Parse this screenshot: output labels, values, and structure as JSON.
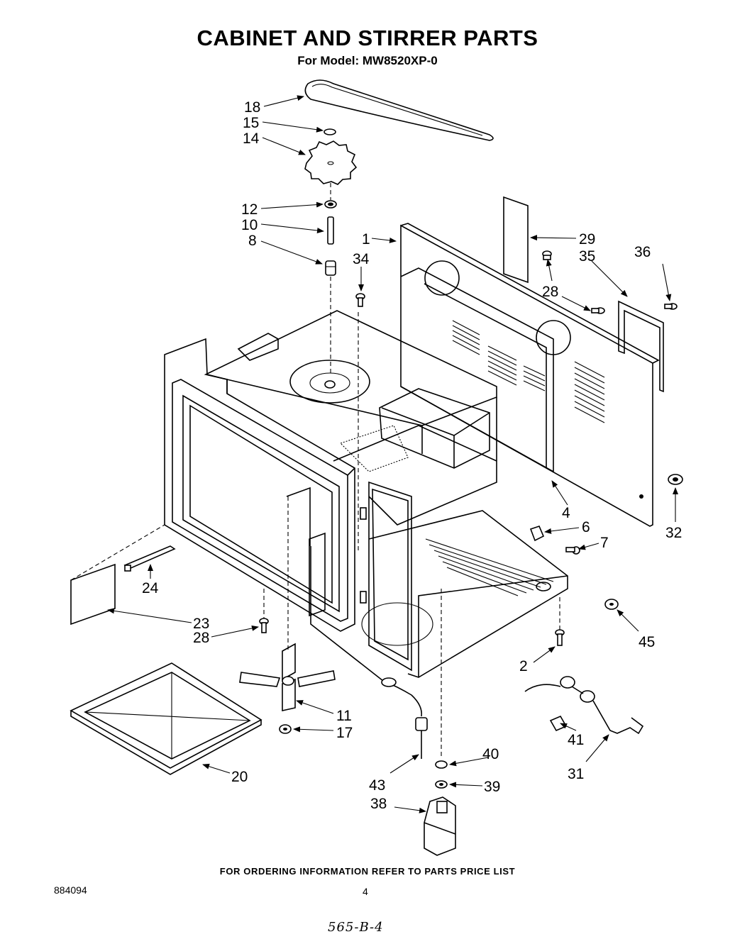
{
  "header": {
    "title": "CABINET AND STIRRER PARTS",
    "subtitle": "For Model: MW8520XP-0"
  },
  "part_labels": {
    "p1": "1",
    "p2": "2",
    "p4": "4",
    "p6": "6",
    "p7": "7",
    "p8": "8",
    "p10": "10",
    "p11": "11",
    "p12": "12",
    "p14": "14",
    "p15": "15",
    "p17": "17",
    "p18": "18",
    "p20": "20",
    "p23": "23",
    "p24": "24",
    "p28a": "28",
    "p28b": "28",
    "p29": "29",
    "p31": "31",
    "p32": "32",
    "p34": "34",
    "p35": "35",
    "p36": "36",
    "p38": "38",
    "p39": "39",
    "p40": "40",
    "p41": "41",
    "p43": "43",
    "p45": "45"
  },
  "footer": {
    "ordering_note": "FOR ORDERING INFORMATION REFER TO PARTS PRICE LIST",
    "doc_number": "884094",
    "page_number": "4",
    "handwritten_note": "565-B-4"
  }
}
